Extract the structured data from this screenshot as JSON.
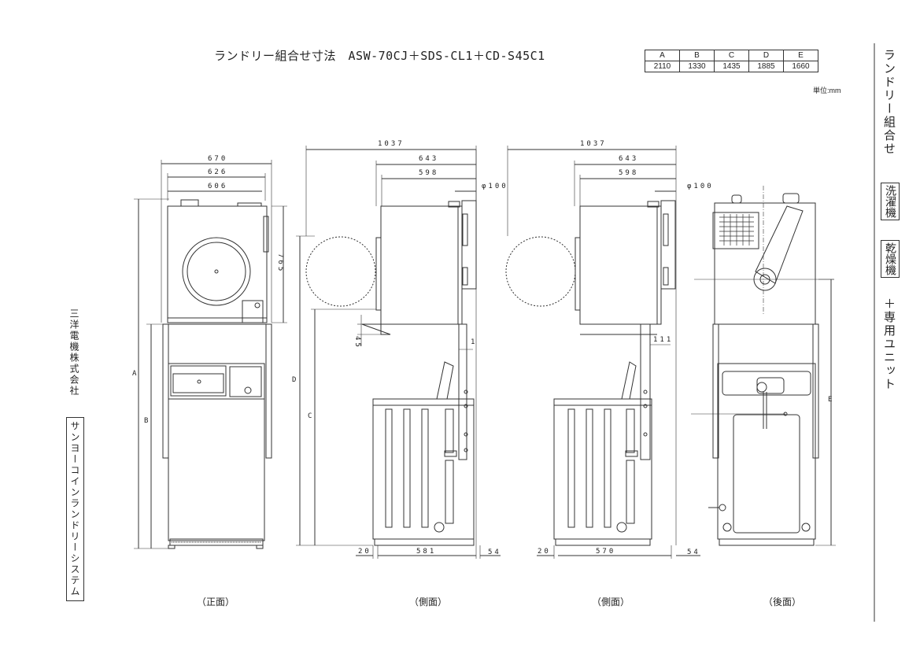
{
  "title": "ランドリー組合せ寸法　ASW-70CJ＋SDS-CL1＋CD-S45C1",
  "table": {
    "headers": [
      "A",
      "B",
      "C",
      "D",
      "E"
    ],
    "values": [
      "2110",
      "1330",
      "1435",
      "1885",
      "1660"
    ],
    "unit": "単位:mm"
  },
  "right_title": {
    "main": "ランドリー組合せ",
    "box1": "洗濯機",
    "box2": "乾燥機",
    "suffix": "＋専用ユニット"
  },
  "left_side": {
    "company": "三洋電機株式会社",
    "system": "サンヨーコインランドリーシステム"
  },
  "captions": {
    "front": "（正面）",
    "side1": "（側面）",
    "side2": "（側面）",
    "back": "（後面）"
  },
  "front_view": {
    "w670": "670",
    "w626": "626",
    "w606": "606",
    "h765": "765",
    "label_A": "A",
    "label_B": "B"
  },
  "side_view_1": {
    "d1037": "1037",
    "d643": "643",
    "d598": "598",
    "duct": "φ100",
    "d45": "45",
    "d1": "1",
    "d20": "20",
    "d581": "581",
    "d54": "54",
    "label_C": "C",
    "label_D": "D"
  },
  "side_view_2": {
    "d1037": "1037",
    "d643": "643",
    "d598": "598",
    "duct": "φ100",
    "d111": "111",
    "d20": "20",
    "d570": "570",
    "d54": "54"
  },
  "back_view": {
    "label_E": "E"
  }
}
